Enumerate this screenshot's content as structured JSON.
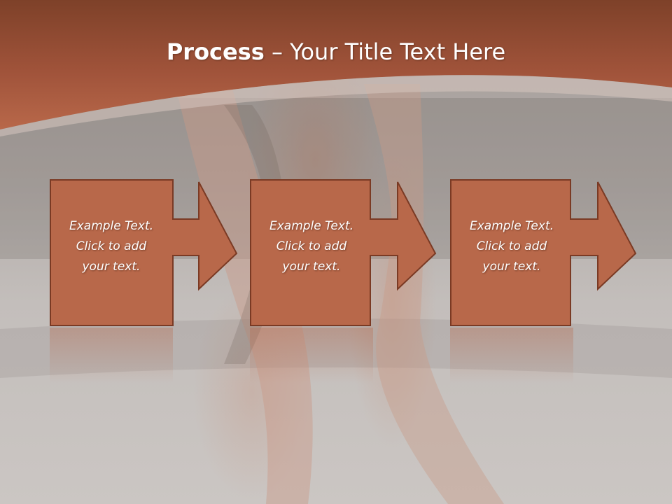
{
  "slide": {
    "title_bold": "Process",
    "title_rest": " – Your Title Text Here",
    "colors": {
      "header": "#b0593a",
      "header_dark": "#7e4129",
      "step_fill": "#b8684a",
      "step_border": "#7a3a24",
      "text": "#ffffff"
    }
  },
  "steps": [
    {
      "label": "Example Text.\nClick  to add\nyour text."
    },
    {
      "label": "Example Text.\nClick  to add\nyour text."
    },
    {
      "label": "Example Text.\nClick  to add\nyour text."
    }
  ]
}
